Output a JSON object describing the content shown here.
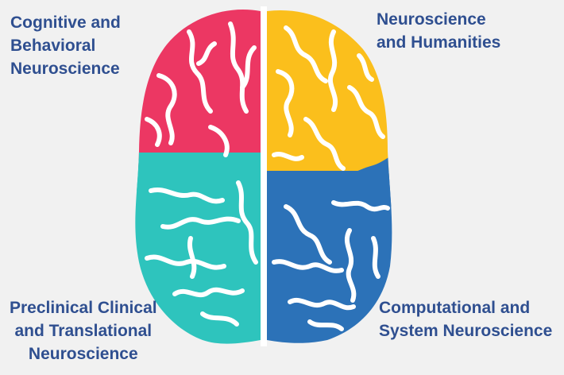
{
  "labels": {
    "top_left": "Cognitive and\nBehavioral\nNeuroscience",
    "top_right": "Neuroscience\nand Humanities",
    "bottom_left": "Preclinical Clinical\nand Translational\nNeuroscience",
    "bottom_right": "Computational  and\nSystem Neuroscience"
  },
  "colors": {
    "background": "#f1f1f1",
    "text": "#2f4f90",
    "cognitive_lobe": "#ec3763",
    "humanities_lobe": "#fbbf1c",
    "translational_lobe": "#2ec4bd",
    "computational_lobe": "#2c72b8",
    "sulci": "#ffffff"
  }
}
